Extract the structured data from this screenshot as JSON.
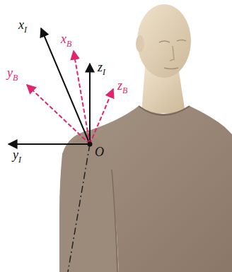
{
  "diagram": {
    "labels": [
      "zI",
      "xI",
      "xB",
      "yB",
      "zB",
      "yI",
      "O"
    ]
  }
}
